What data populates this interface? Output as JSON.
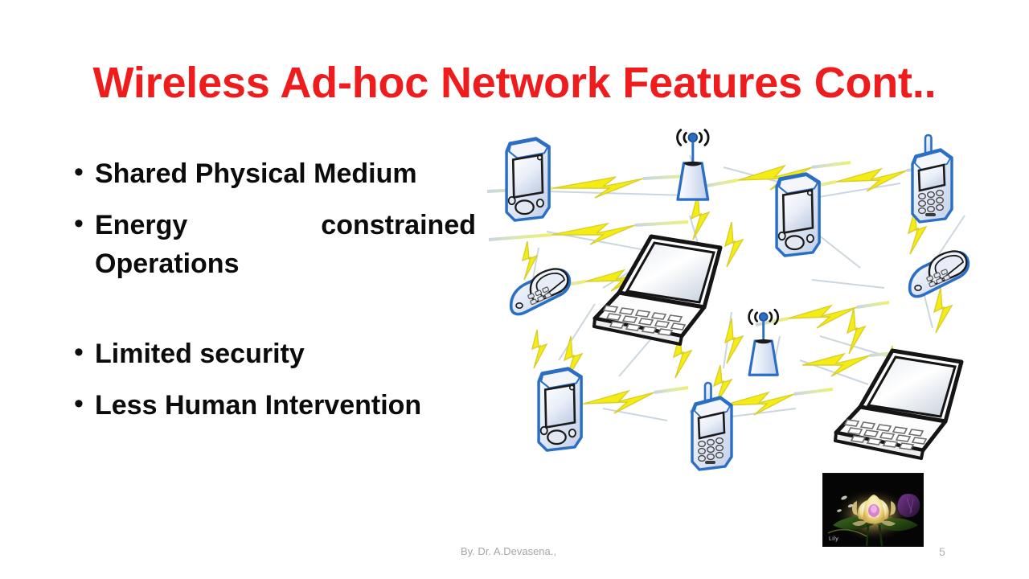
{
  "slide": {
    "title": "Wireless Ad-hoc Network Features Cont..",
    "title_color": "#ee1c1c",
    "background_color": "#ffffff",
    "body_text_color": "#0b0b0b"
  },
  "bullets": {
    "marker": "•",
    "items": [
      {
        "text": "Shared Physical Medium",
        "justified": false
      },
      {
        "text": "Energy constrained Operations",
        "justified": true
      },
      {
        "text": "Limited security",
        "justified": false
      },
      {
        "text": "Less Human Intervention",
        "justified": false
      }
    ]
  },
  "diagram": {
    "alt": "Wireless ad-hoc network clipart with PDAs, mobile phones, laptops and wireless access points linked by yellow lightning-bolt radio links",
    "device_outline_color": "#2a6fc4",
    "device_body_color": "#dbe4f4",
    "link_bolt_color": "#f5ec14",
    "link_line_color": "#b9cbd8",
    "nodes": [
      {
        "type": "pda",
        "label": "pda-top-left"
      },
      {
        "type": "access-point",
        "label": "access-point-top"
      },
      {
        "type": "pda",
        "label": "pda-center-top"
      },
      {
        "type": "cell-phone",
        "label": "cell-phone-top-right"
      },
      {
        "type": "flip-phone",
        "label": "flip-phone-left"
      },
      {
        "type": "laptop",
        "label": "laptop-center"
      },
      {
        "type": "flip-phone",
        "label": "flip-phone-right"
      },
      {
        "type": "access-point",
        "label": "access-point-center"
      },
      {
        "type": "pda",
        "label": "pda-bottom-left"
      },
      {
        "type": "cell-phone",
        "label": "cell-phone-bottom"
      },
      {
        "type": "laptop",
        "label": "laptop-bottom-right"
      }
    ]
  },
  "photo": {
    "caption": "Lily",
    "background_color": "#050505",
    "alt": "Photograph of a glowing water lily flower on a black background"
  },
  "footer": {
    "author": "By. Dr. A.Devasena.,",
    "page_number": "5"
  }
}
